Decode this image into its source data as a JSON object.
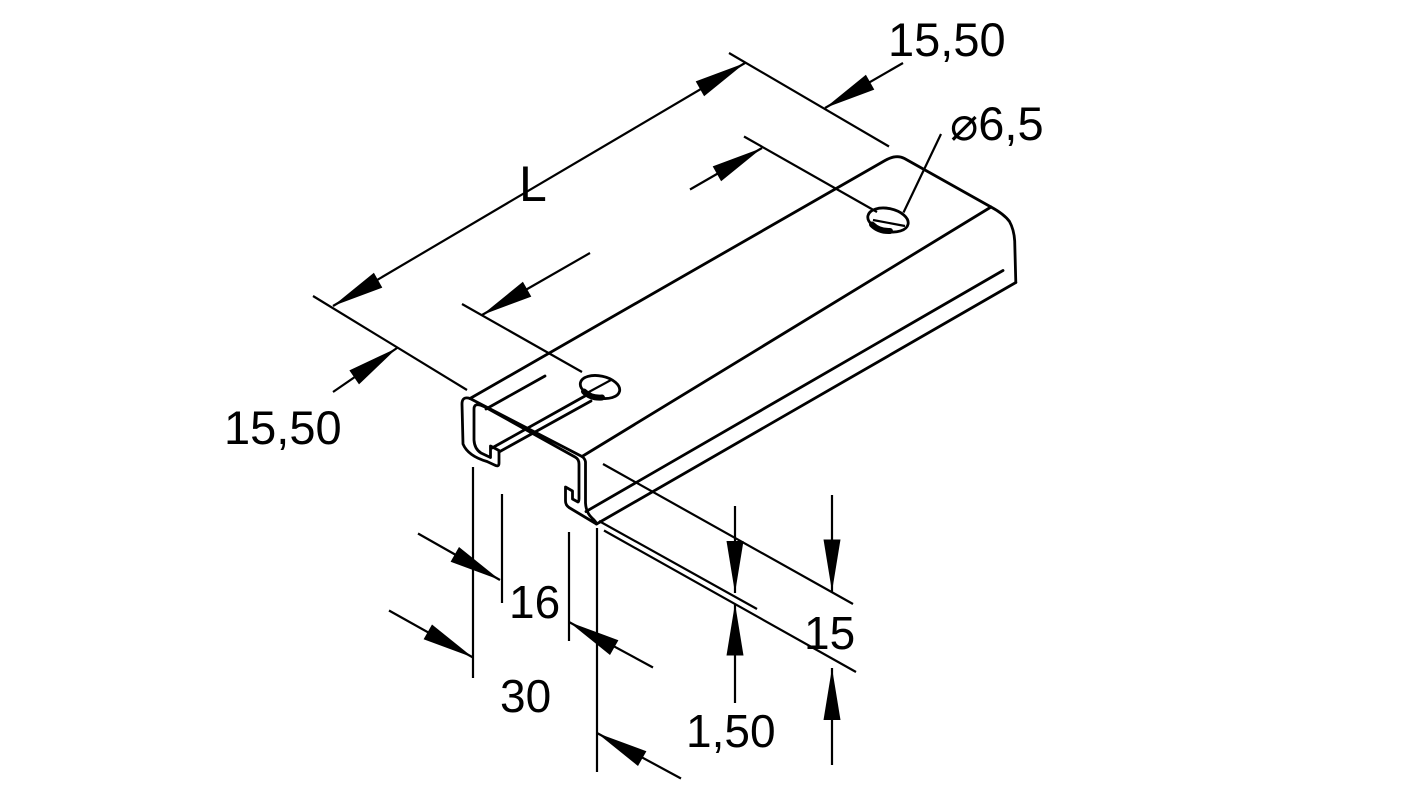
{
  "drawing": {
    "type": "technical-dimension-drawing",
    "subject": "C-profile mounting rail, isometric view",
    "colors": {
      "line": "#000000",
      "background": "#ffffff"
    },
    "dimensions": {
      "length": {
        "label": "L"
      },
      "end_to_hole_top": {
        "label": "15,50"
      },
      "end_to_hole_left": {
        "label": "15,50"
      },
      "hole_diameter": {
        "label": "⌀6,5"
      },
      "slot_opening": {
        "label": "16"
      },
      "profile_width": {
        "label": "30"
      },
      "profile_height": {
        "label": "15"
      },
      "material_thickness": {
        "label": "1,50"
      }
    }
  }
}
